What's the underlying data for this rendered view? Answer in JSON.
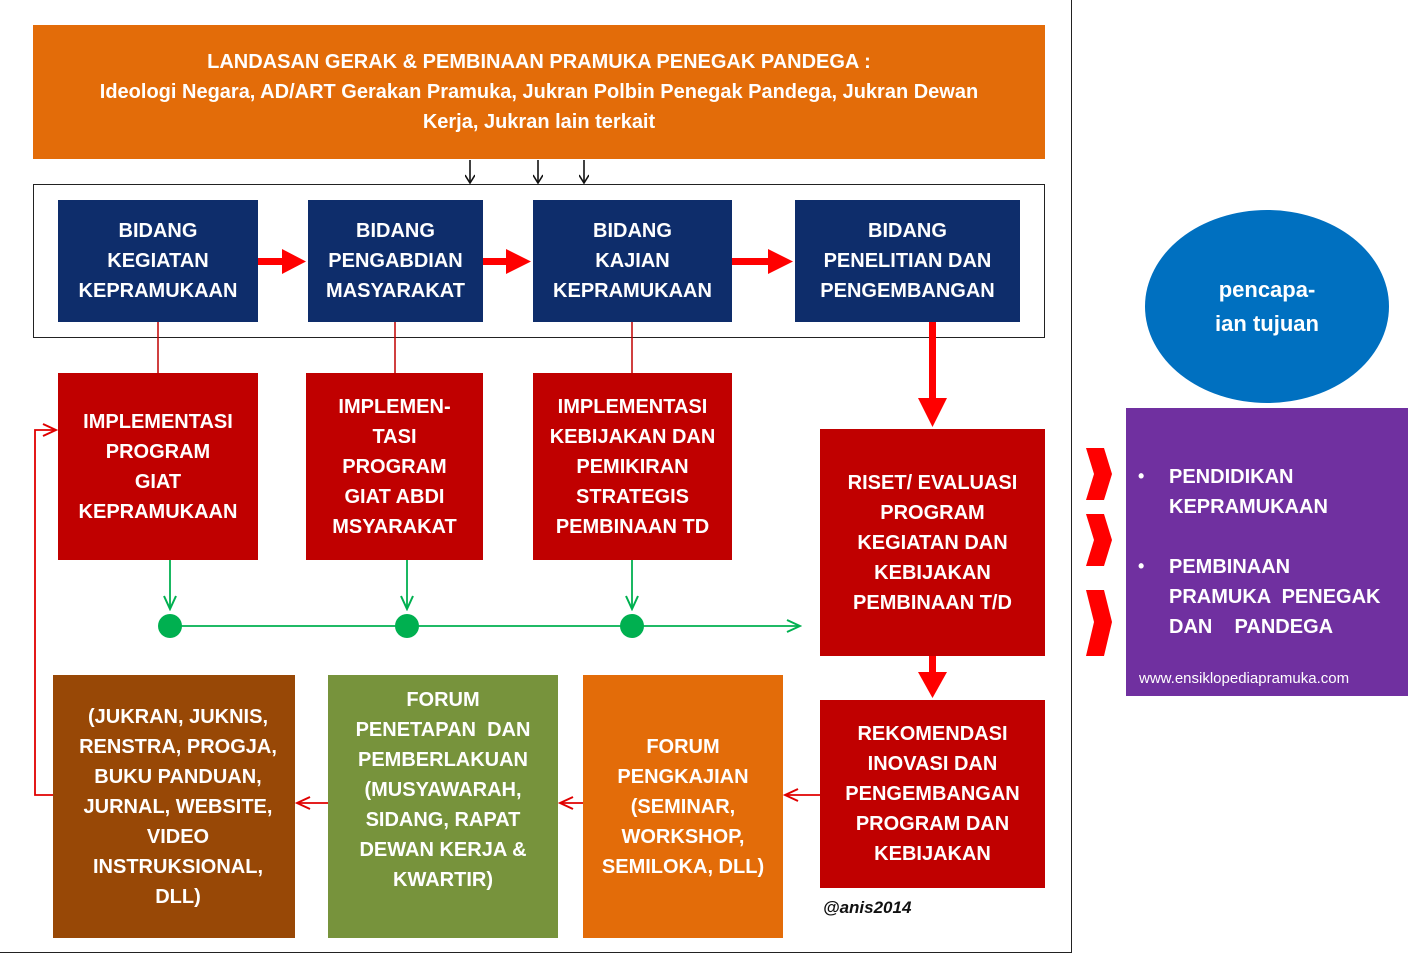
{
  "header": {
    "line1": "LANDASAN GERAK & PEMBINAAN PRAMUKA PENEGAK PANDEGA :",
    "line2": "Ideologi Negara, AD/ART Gerakan Pramuka, Jukran Polbin Penegak Pandega, Jukran Dewan",
    "line3": "Kerja, Jukran lain terkait"
  },
  "bidang": [
    {
      "lines": [
        "BIDANG",
        "KEGIATAN",
        "KEPRAMUKAAN"
      ]
    },
    {
      "lines": [
        "BIDANG",
        "PENGABDIAN",
        "MASYARAKAT"
      ]
    },
    {
      "lines": [
        "BIDANG",
        "KAJIAN",
        "KEPRAMUKAAN"
      ]
    },
    {
      "lines": [
        "BIDANG",
        "PENELITIAN DAN",
        "PENGEMBANGAN"
      ]
    }
  ],
  "implementasi": [
    {
      "lines": [
        "IMPLEMENTASI",
        "PROGRAM",
        "GIAT",
        "KEPRAMUKAAN"
      ]
    },
    {
      "lines": [
        "IMPLEMEN-",
        "TASI",
        "PROGRAM",
        "GIAT ABDI",
        "MSYARAKAT"
      ]
    },
    {
      "lines": [
        "IMPLEMENTASI",
        "KEBIJAKAN DAN",
        "PEMIKIRAN",
        "STRATEGIS",
        "PEMBINAAN TD"
      ]
    }
  ],
  "riset": {
    "lines": [
      "RISET/ EVALUASI",
      "PROGRAM",
      "KEGIATAN DAN",
      "KEBIJAKAN",
      "PEMBINAAN T/D"
    ]
  },
  "rekomendasi": {
    "lines": [
      "REKOMENDASI",
      "INOVASI DAN",
      "PENGEMBANGAN",
      "PROGRAM DAN",
      "KEBIJAKAN"
    ]
  },
  "forum_pengkajian": {
    "lines": [
      "FORUM",
      "PENGKAJIAN",
      "(SEMINAR,",
      "WORKSHOP,",
      "SEMILOKA, DLL)"
    ]
  },
  "forum_penetapan": {
    "lines": [
      "FORUM",
      "PENETAPAN  DAN",
      "PEMBERLAKUAN",
      "(MUSYAWARAH,",
      "SIDANG, RAPAT",
      "DEWAN KERJA &",
      "KWARTIR)"
    ]
  },
  "produk": {
    "lines": [
      "(JUKRAN, JUKNIS,",
      "RENSTRA, PROGJA,",
      "BUKU PANDUAN,",
      "JURNAL, WEBSITE,",
      "VIDEO",
      "INSTRUKSIONAL,",
      "DLL)"
    ]
  },
  "goal": {
    "line1": "pencapa-",
    "line2": "ian tujuan"
  },
  "outcomes": {
    "item1": [
      "PENDIDIKAN",
      "KEPRAMUKAAN"
    ],
    "item2": [
      "PEMBINAAN",
      "PRAMUKA  PENEGAK",
      "DAN    PANDEGA"
    ],
    "website": "www.ensiklopediapramuka.com",
    "bullet": "•"
  },
  "credit": "@anis2014",
  "colors": {
    "header_orange": "#e36c09",
    "navy": "#0e2d6b",
    "red": "#c00000",
    "arrow_red": "#ff0000",
    "green_line": "#00b050",
    "brown": "#984806",
    "olive_green": "#77933c",
    "goal_blue": "#0070c0",
    "outcome_purple": "#7030a0"
  }
}
